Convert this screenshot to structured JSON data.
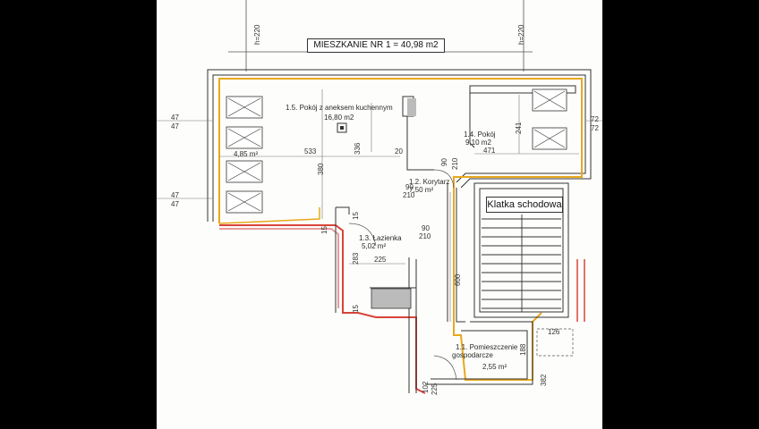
{
  "title": "MIESZKANIE NR 1 = 40,98 m2",
  "rooms": {
    "living": {
      "name": "1.5. Pokój z aneksem kuchennym",
      "area": "16,80 m2",
      "balcony_area": "4,85 m²"
    },
    "room": {
      "name": "1.4. Pokój",
      "area": "9,10 m2"
    },
    "corridor": {
      "name": "1.2. Korytarz",
      "area": "7,50 m²"
    },
    "bathroom": {
      "name": "1.3. Łazienka",
      "area": "5,02 m²"
    },
    "utility": {
      "name_line1": "1.1. Pomieszczenie",
      "name_line2": "gospodarcze",
      "area": "2,55 m²"
    },
    "staircase": {
      "name": "Klatka schodowa"
    }
  },
  "heights": {
    "left": "h=220",
    "right": "h=220"
  },
  "dimensions": {
    "d47a": "47",
    "d47b": "47",
    "d47c": "47",
    "d47d": "47",
    "d72a": "72",
    "d72b": "72",
    "d533": "533",
    "d380": "380",
    "d336": "336",
    "d20": "20",
    "d241": "241",
    "d471": "471",
    "d90a": "90",
    "d210a": "210",
    "d90b": "90",
    "d210b": "210",
    "d90c": "90",
    "d210c": "210",
    "d15a": "15",
    "d15b": "15",
    "d15c": "15",
    "d283": "283",
    "d225a": "225",
    "d600": "600",
    "d126": "126",
    "d188": "188",
    "d382": "382",
    "d102": "102",
    "d225b": "225"
  },
  "colors": {
    "outline_yellow": "#e8a81e",
    "wall_red": "#d9433a",
    "wall_pink": "#e99a9a",
    "line": "#333333"
  }
}
